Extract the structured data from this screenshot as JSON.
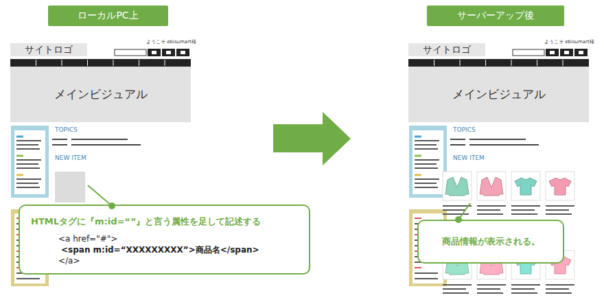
{
  "diagram": {
    "nodes": [
      {
        "text": [
          "ローカルPC上"
        ]
      },
      {
        "text": [
          "サーバーアップ後"
        ]
      },
      {
        "text": [
          "サイトロゴ"
        ]
      },
      {
        "text": [
          "メインビジュアル"
        ]
      },
      {
        "text": [
          "HTMLタグに『m:id=“”』と言う属性を足して記述する",
          "<a href=\"#\">",
          "<span m:id=“XXXXXXXXX”>商品名</span>",
          "</a>"
        ]
      },
      {
        "text": [
          "サイトロゴ"
        ]
      },
      {
        "text": [
          "メインビジュアル"
        ]
      },
      {
        "text": [
          "商品情報が表示される。"
        ]
      }
    ],
    "labels": [
      "ようこそ ebisumart様",
      "TOPICS",
      "NEW ITEM",
      "ようこそ ebisumart様",
      "TOPICS",
      "NEW ITEM"
    ]
  }
}
